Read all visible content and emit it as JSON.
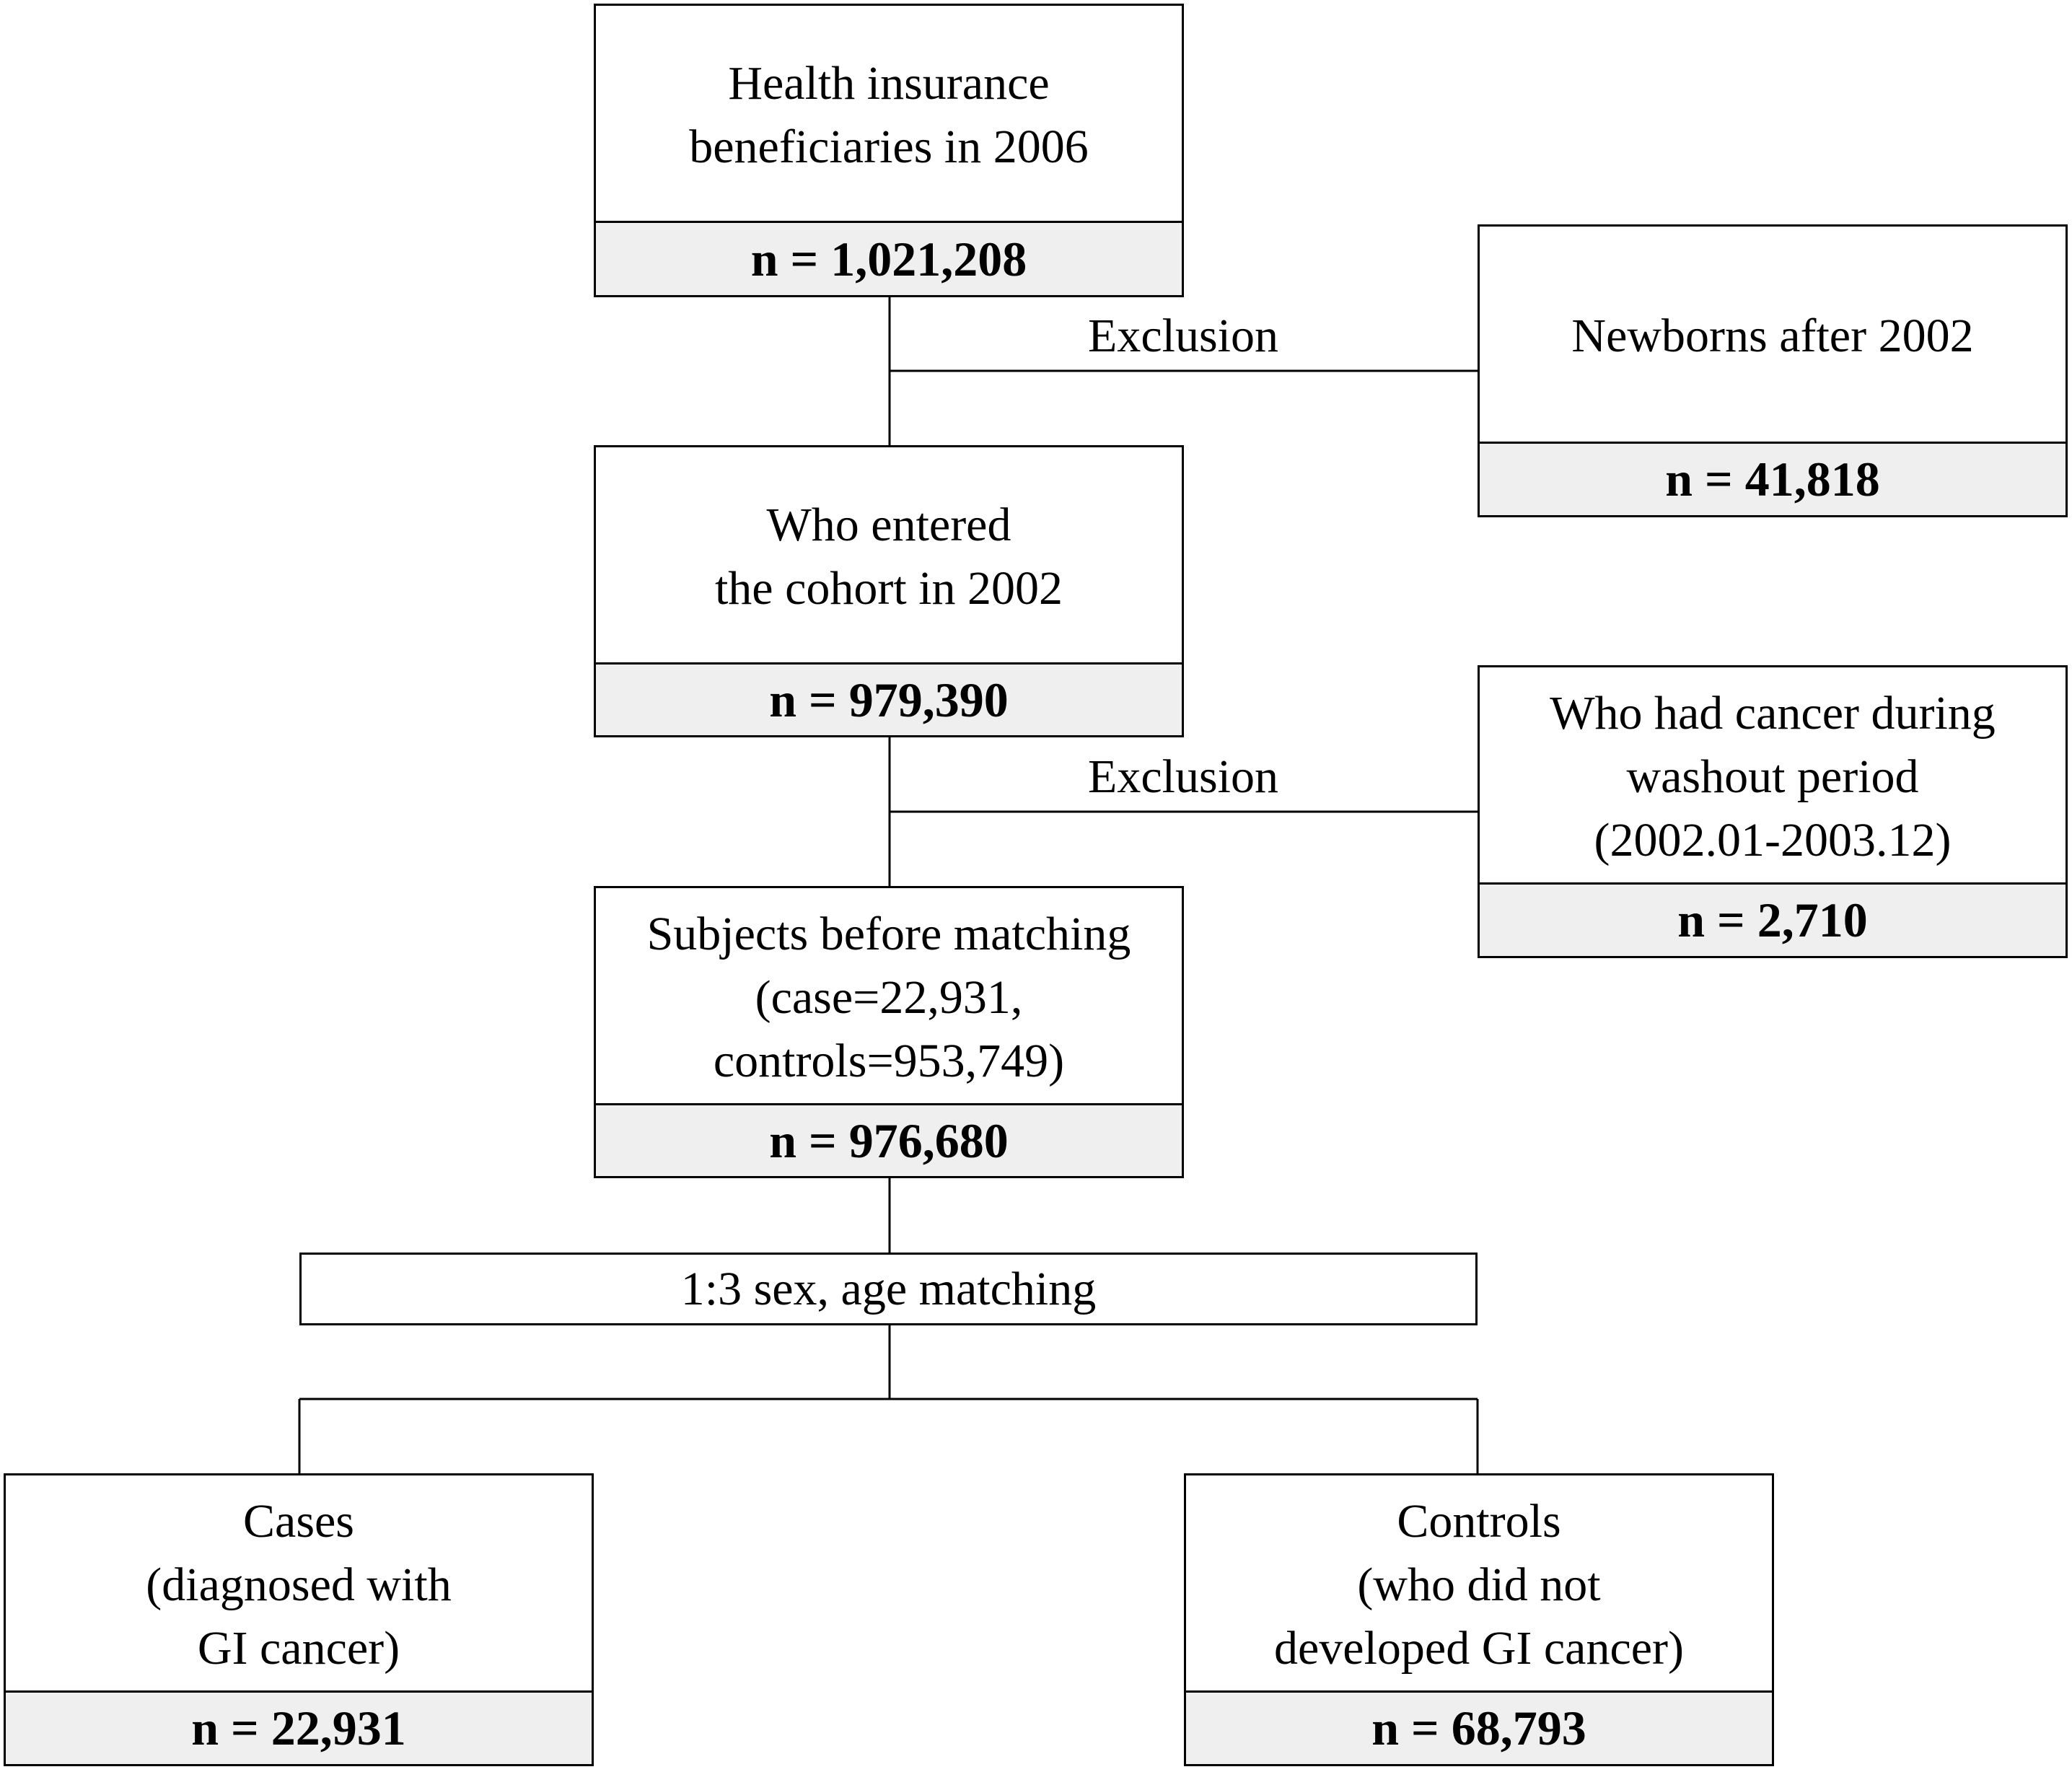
{
  "boxes": {
    "beneficiaries": {
      "label": "Health insurance\nbeneficiaries in 2006",
      "n": "n = 1,021,208"
    },
    "newborns": {
      "label": "Newborns after 2002",
      "n": "n = 41,818"
    },
    "cohort": {
      "label": "Who entered\nthe cohort in 2002",
      "n": "n = 979,390"
    },
    "washout": {
      "label": "Who had cancer during\nwashout period\n(2002.01-2003.12)",
      "n": "n = 2,710"
    },
    "before_matching": {
      "label": "Subjects before matching\n(case=22,931,\ncontrols=953,749)",
      "n": "n = 976,680"
    },
    "cases": {
      "label": "Cases\n(diagnosed with\nGI cancer)",
      "n": "n = 22,931"
    },
    "controls": {
      "label": "Controls\n(who did not\ndeveloped GI cancer)",
      "n": "n = 68,793"
    }
  },
  "exclusion_label_1": "Exclusion",
  "exclusion_label_2": "Exclusion",
  "matching_label": "1:3 sex, age matching"
}
